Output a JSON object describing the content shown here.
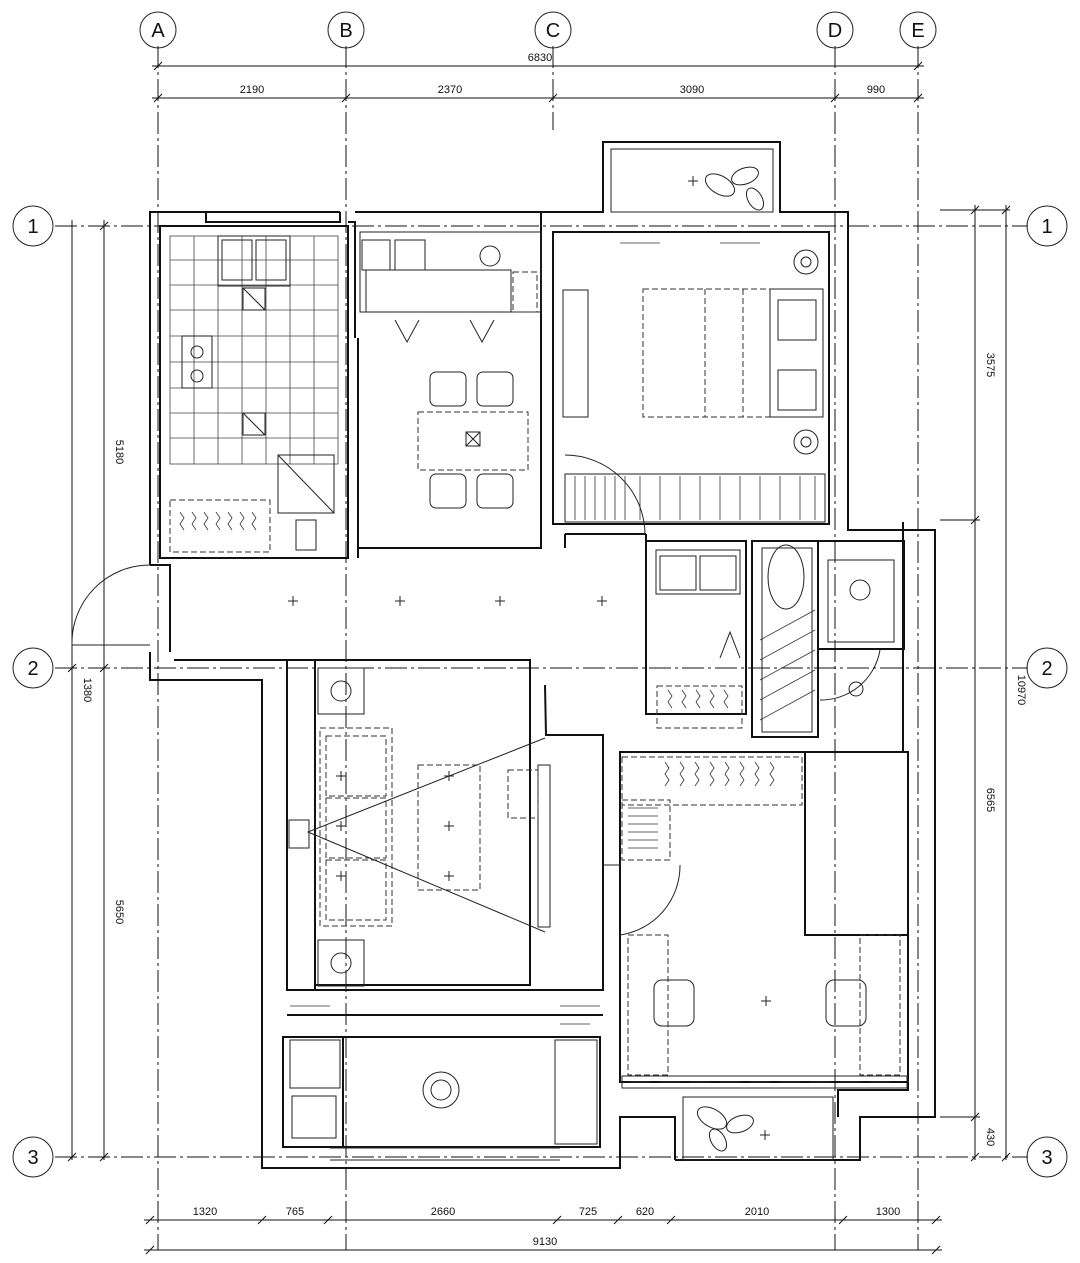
{
  "axes": {
    "columns": [
      "A",
      "B",
      "C",
      "D",
      "E"
    ],
    "rows": [
      "1",
      "2",
      "3"
    ]
  },
  "dimensions": {
    "top_total": "6830",
    "top_segments": [
      "2190",
      "2370",
      "3090",
      "990"
    ],
    "bottom_total": "9130",
    "bottom_segments": [
      "1320",
      "765",
      "2660",
      "725",
      "620",
      "2010",
      "1300"
    ],
    "left_upper": "5180",
    "left_mid": "1380",
    "left_lower": "5650",
    "right_upper": "3575",
    "right_lower": "6565",
    "right_total": "10970",
    "right_bottom": "430"
  }
}
